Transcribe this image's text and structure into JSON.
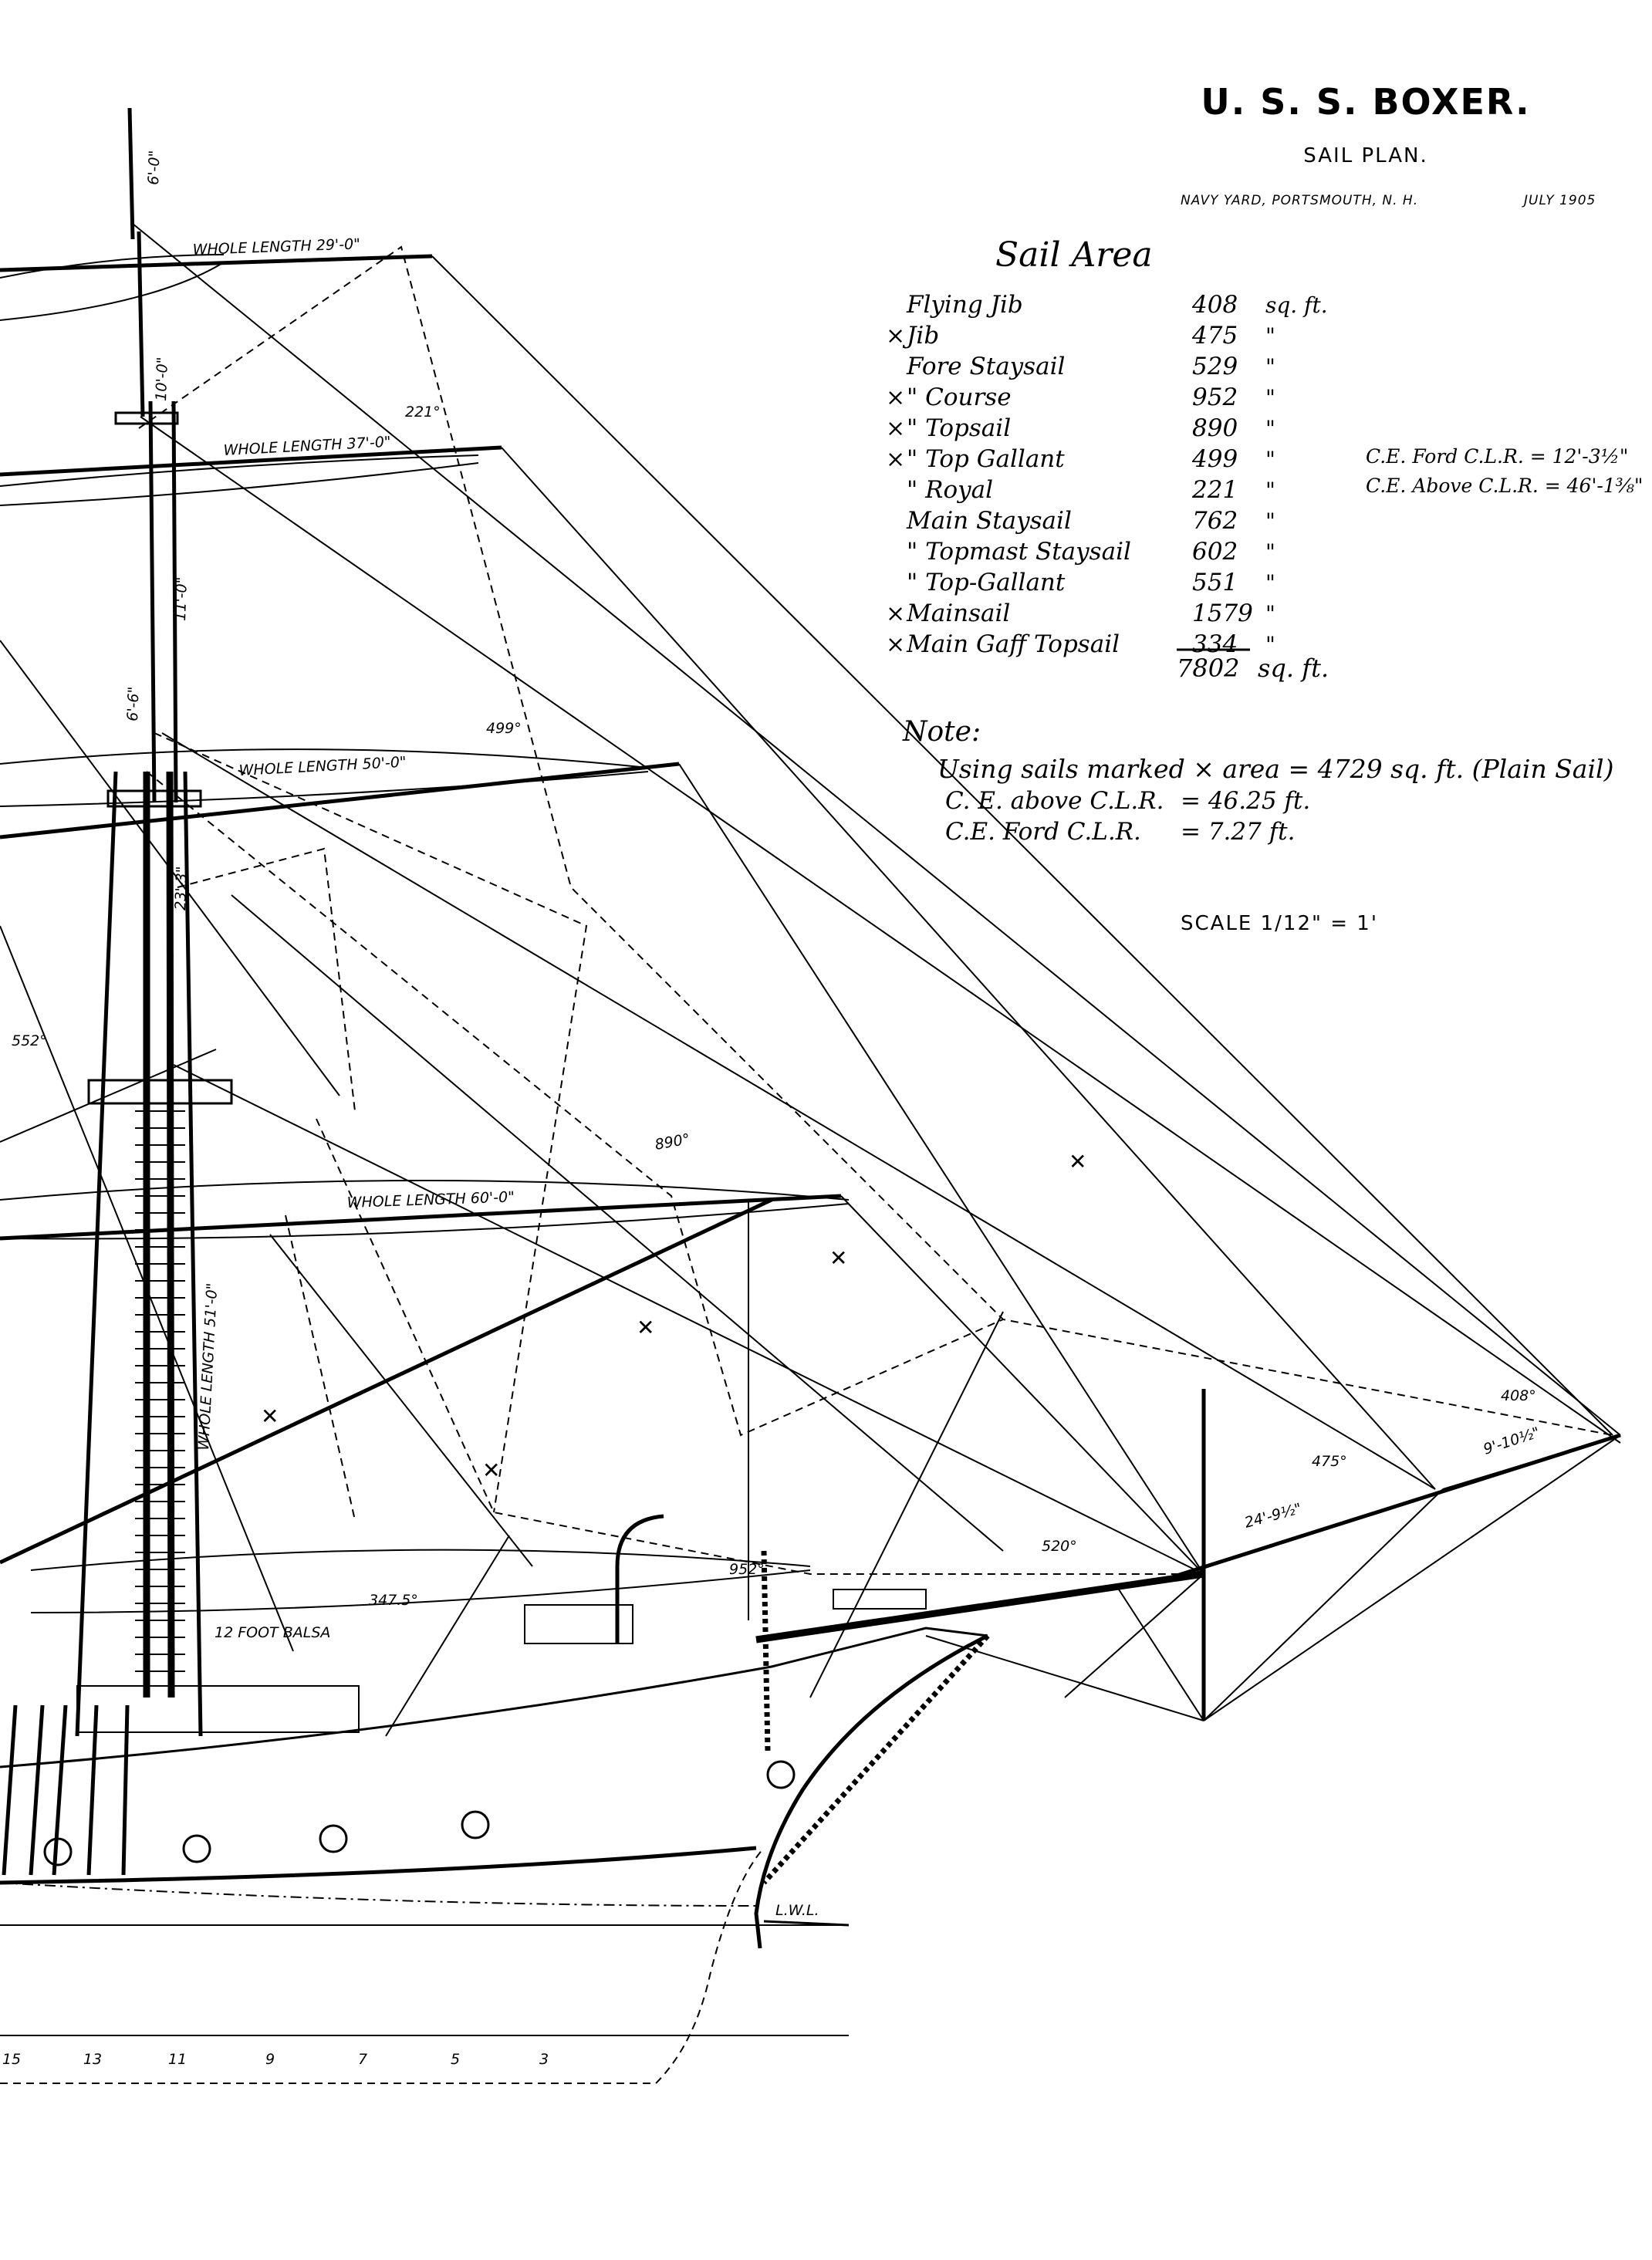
{
  "title_block": {
    "title": "U. S. S. BOXER.",
    "subtitle": "SAIL PLAN.",
    "yard": "NAVY YARD, PORTSMOUTH, N. H.",
    "date": "JULY 1905"
  },
  "sail_area": {
    "heading": "Sail Area",
    "rows": [
      {
        "mark": "",
        "name": "Flying Jib",
        "area": "408",
        "unit": "sq. ft."
      },
      {
        "mark": "×",
        "name": "Jib",
        "area": "475",
        "unit": "\""
      },
      {
        "mark": "",
        "name": "Fore Staysail",
        "area": "529",
        "unit": "\""
      },
      {
        "mark": "×",
        "name": "\" Course",
        "area": "952",
        "unit": "\""
      },
      {
        "mark": "×",
        "name": "\" Topsail",
        "area": "890",
        "unit": "\""
      },
      {
        "mark": "×",
        "name": "\" Top Gallant",
        "area": "499",
        "unit": "\""
      },
      {
        "mark": "",
        "name": "\" Royal",
        "area": "221",
        "unit": "\""
      },
      {
        "mark": "",
        "name": "Main Staysail",
        "area": "762",
        "unit": "\""
      },
      {
        "mark": "",
        "name": "\" Topmast Staysail",
        "area": "602",
        "unit": "\""
      },
      {
        "mark": "",
        "name": "\" Top-Gallant",
        "area": "551",
        "unit": "\""
      },
      {
        "mark": "×",
        "name": "Mainsail",
        "area": "1579",
        "unit": "\""
      },
      {
        "mark": "×",
        "name": "Main Gaff Topsail",
        "area": "334",
        "unit": "\""
      }
    ],
    "total": "7802",
    "total_unit": "sq. ft.",
    "ce_ford": "C.E. Ford C.L.R. = 12'-3½\"",
    "ce_above": "C.E. Above C.L.R. = 46'-1⅜\""
  },
  "note": {
    "heading": "Note:",
    "line1": "Using sails marked × area = 4729 sq. ft. (Plain Sail)",
    "line2_label": "C. E. above C.L.R.",
    "line2_value": "= 46.25 ft.",
    "line3_label": "C.E. Ford C.L.R.",
    "line3_value": "= 7.27 ft."
  },
  "scale": "SCALE 1/12\" = 1'",
  "labels": {
    "royal_yard": "WHOLE LENGTH 29'-0\"",
    "tg_yard": "WHOLE LENGTH 37'-0\"",
    "topsail_yard": "WHOLE LENGTH 50'-0\"",
    "fore_yard": "WHOLE LENGTH 60'-0\"",
    "fore_boom": "WHOLE LENGTH 51'-0\"",
    "pole": "6'-0\"",
    "royal_mast": "10'-0\"",
    "tg_mast": "11'-0\"",
    "topmast_head": "6'-6\"",
    "topmast": "23'-3\"",
    "boat": "12 FOOT BALSA",
    "lwl": "L.W.L.",
    "jib_boom": "9'-10½\"",
    "bowsprit": "24'-9½\""
  },
  "sail_labels": {
    "royal": "221°",
    "top_gallant": "499°",
    "topsail": "890°",
    "course": "952°",
    "fore_staysail": "520°",
    "jib": "475°",
    "flying_jib": "408°",
    "main_ts": "552°",
    "angle": "347.5°"
  },
  "stations": [
    "15",
    "13",
    "11",
    "9",
    "7",
    "5",
    "3"
  ]
}
